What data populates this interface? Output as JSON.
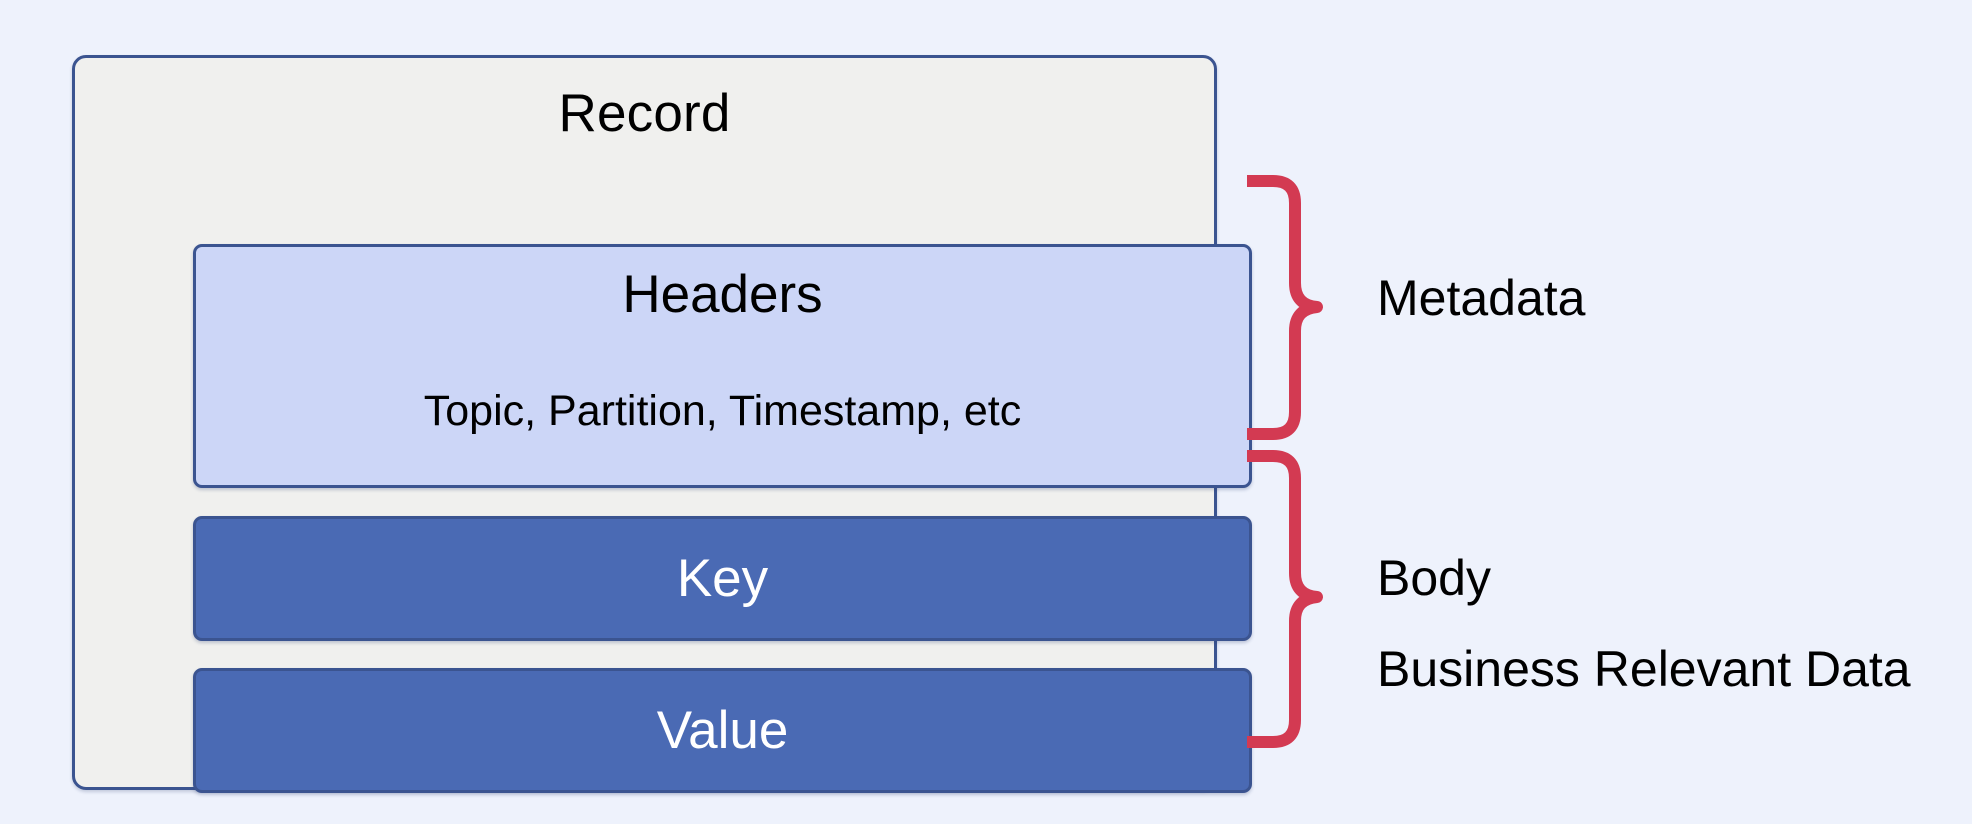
{
  "diagram": {
    "title": "Record",
    "background_color": "#eef2fc",
    "card": {
      "label": "Record",
      "fill": "#f0f0ee",
      "border": "#3b5490"
    },
    "sections": [
      {
        "name": "headers",
        "title": "Headers",
        "subtitle": "Topic, Partition, Timestamp, etc",
        "fill": "#ccd6f7",
        "border": "#3b5490",
        "text_color": "#000000"
      },
      {
        "name": "key",
        "title": "Key",
        "fill": "#4a6ab4",
        "border": "#3b5490",
        "text_color": "#ffffff"
      },
      {
        "name": "value",
        "title": "Value",
        "fill": "#4a6ab4",
        "border": "#3b5490",
        "text_color": "#ffffff"
      }
    ],
    "annotations": [
      {
        "name": "metadata",
        "label": "Metadata",
        "brace_color": "#d33a52",
        "covers": [
          "headers"
        ]
      },
      {
        "name": "body",
        "label": "Body",
        "sublabel": "Business Relevant Data",
        "brace_color": "#d33a52",
        "covers": [
          "key",
          "value"
        ]
      }
    ]
  }
}
